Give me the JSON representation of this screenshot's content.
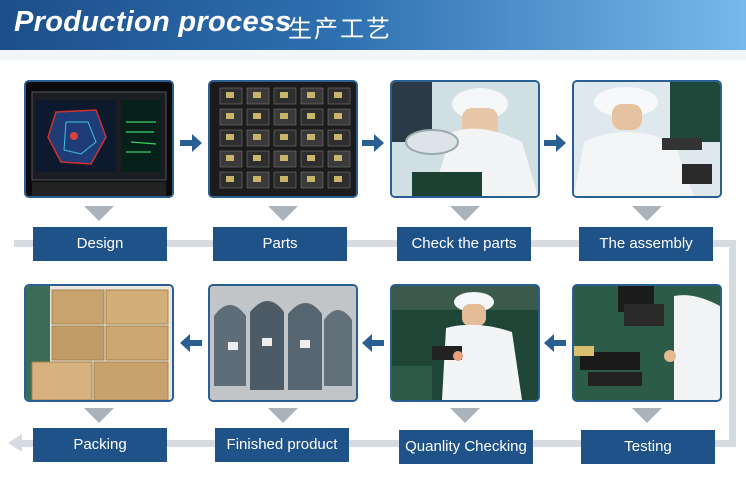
{
  "header": {
    "title_en": "Production process",
    "title_cn": "生产工艺"
  },
  "steps": [
    {
      "label": "Design"
    },
    {
      "label": "Parts"
    },
    {
      "label": "Check the parts"
    },
    {
      "label": "The assembly"
    },
    {
      "label": "Packing"
    },
    {
      "label": "Finished product"
    },
    {
      "label": "Quanlity Checking"
    },
    {
      "label": "Testing"
    }
  ],
  "colors": {
    "banner_start": "#1c4f8a",
    "banner_end": "#78b8ea",
    "label_bg": "#1f5288",
    "arrow": "#2a5f94",
    "connector": "#d6dbe0"
  }
}
